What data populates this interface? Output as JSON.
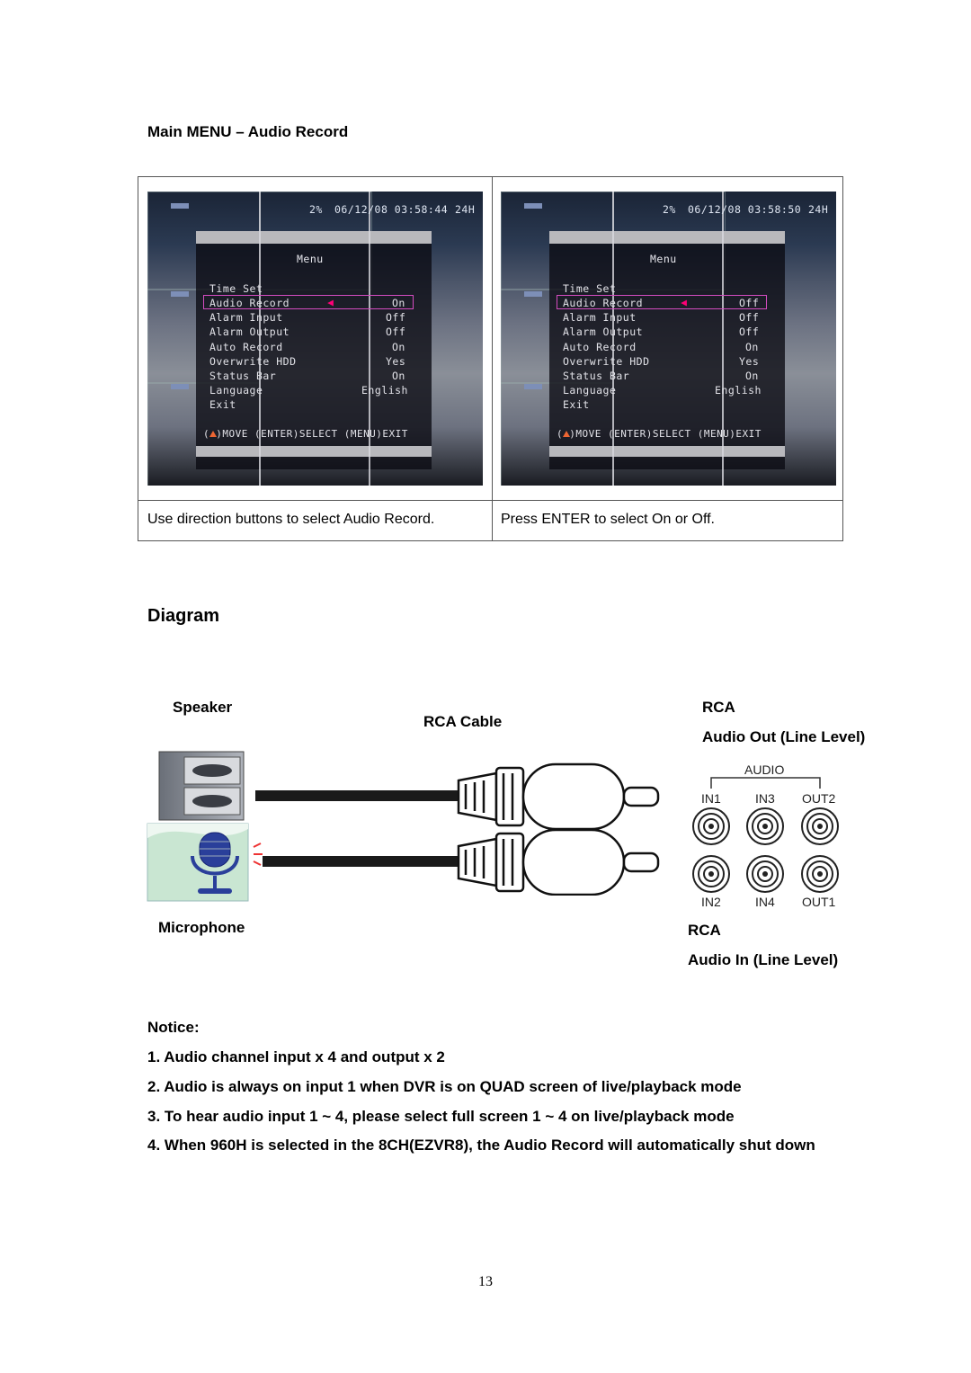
{
  "section_title": "Main MENU – Audio Record",
  "screens": [
    {
      "status_bar": {
        "battery_percent": "2%",
        "datetime": "06/12/08 03:58:44",
        "hours": "24H"
      },
      "menu": {
        "title": "Menu",
        "items": [
          {
            "label": "Time Set",
            "value": ""
          },
          {
            "label": "Audio Record",
            "value": "On"
          },
          {
            "label": "Alarm Input",
            "value": "Off"
          },
          {
            "label": "Alarm Output",
            "value": "Off"
          },
          {
            "label": "Auto Record",
            "value": "On"
          },
          {
            "label": "Overwrite HDD",
            "value": "Yes"
          },
          {
            "label": "Status Bar",
            "value": "On"
          },
          {
            "label": "Language",
            "value": "English"
          },
          {
            "label": "Exit",
            "value": ""
          }
        ],
        "highlighted_index": 1,
        "footer": "( )MOVE (ENTER)SELECT (MENU)EXIT"
      },
      "caption": "Use direction buttons to select Audio Record."
    },
    {
      "status_bar": {
        "battery_percent": "2%",
        "datetime": "06/12/08 03:58:50",
        "hours": "24H"
      },
      "menu": {
        "title": "Menu",
        "items": [
          {
            "label": "Time Set",
            "value": ""
          },
          {
            "label": "Audio Record",
            "value": "Off"
          },
          {
            "label": "Alarm Input",
            "value": "Off"
          },
          {
            "label": "Alarm Output",
            "value": "Off"
          },
          {
            "label": "Auto Record",
            "value": "On"
          },
          {
            "label": "Overwrite HDD",
            "value": "Yes"
          },
          {
            "label": "Status Bar",
            "value": "On"
          },
          {
            "label": "Language",
            "value": "English"
          },
          {
            "label": "Exit",
            "value": ""
          }
        ],
        "highlighted_index": 1,
        "footer": "( )MOVE (ENTER)SELECT (MENU)EXIT"
      },
      "caption": "Press ENTER to select On or Off."
    }
  ],
  "diagram": {
    "title": "Diagram",
    "speaker_label": "Speaker",
    "microphone_label": "Microphone",
    "cable_label": "RCA Cable",
    "audio_out": {
      "type": "RCA",
      "label": "Audio Out (Line Level)"
    },
    "audio_in": {
      "type": "RCA",
      "label": "Audio In (Line Level)"
    },
    "panel": {
      "header": "AUDIO",
      "top_row": [
        "IN1",
        "IN3",
        "OUT2"
      ],
      "bottom_row": [
        "IN2",
        "IN4",
        "OUT1"
      ]
    }
  },
  "notice": {
    "title": "Notice:",
    "items": [
      "1. Audio channel input x 4 and output x 2",
      "2. Audio is always on input 1 when DVR is on QUAD screen of live/playback mode",
      "3. To hear audio input 1 ~ 4, please select full screen 1 ~ 4 on live/playback mode",
      "4. When 960H is selected in the 8CH(EZVR8), the Audio Record will automatically shut down"
    ]
  },
  "page_number": "13",
  "colors": {
    "highlight": "#d44cc0",
    "screen_bg": "#0a0c12"
  }
}
